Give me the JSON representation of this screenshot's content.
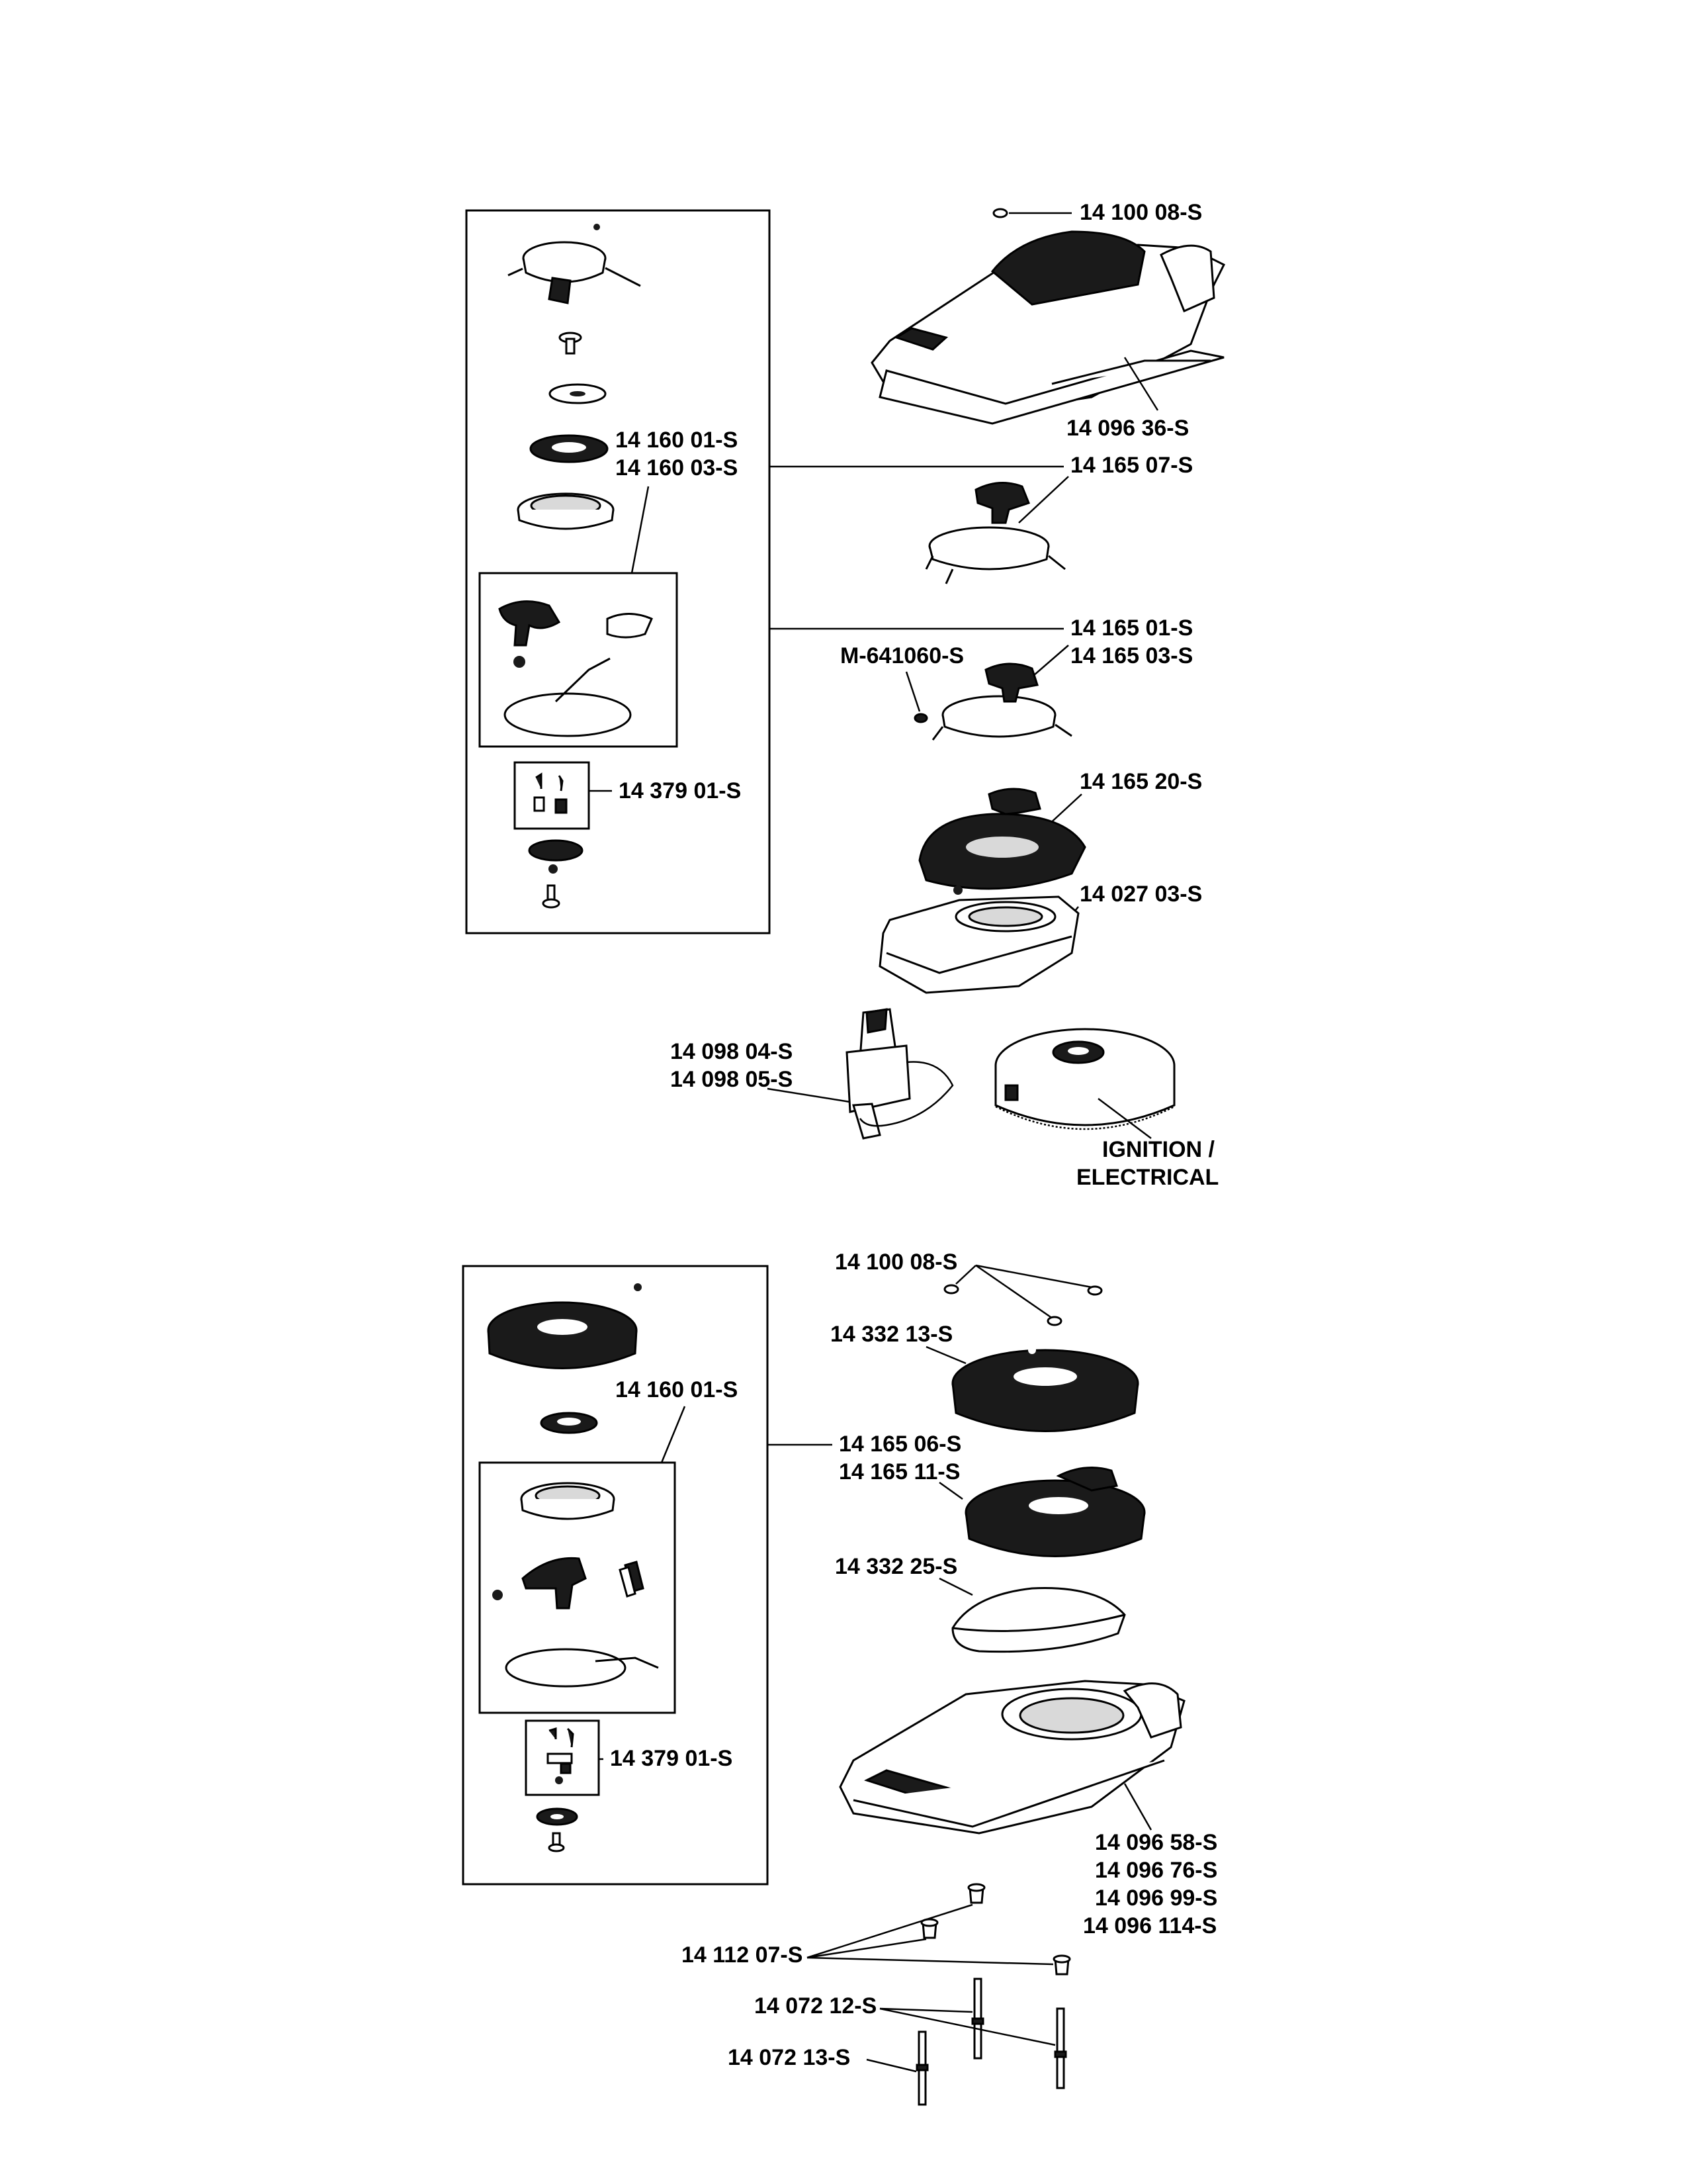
{
  "labels": {
    "top_nut": "14 100 08-S",
    "top_cover": "14 096 36-S",
    "recoil_parts_a": "14 160 01-S",
    "recoil_parts_b": "14 160 03-S",
    "starter_assy_a": "14 165 07-S",
    "starter_assy_b1": "14 165 01-S",
    "starter_assy_b2": "14 165 03-S",
    "screw_m": "M-641060-S",
    "pawl_kit_top": "14 379 01-S",
    "starter_assy_c": "14 165 20-S",
    "blower_housing": "14 027 03-S",
    "electric_starter_a": "14 098 04-S",
    "electric_starter_b": "14 098 05-S",
    "ignition_line1": "IGNITION /",
    "ignition_line2": "ELECTRICAL",
    "bottom_nut": "14 100 08-S",
    "screen": "14 332 13-S",
    "recoil_parts_bottom": "14 160 01-S",
    "starter_assy_d1": "14 165 06-S",
    "starter_assy_d2": "14 165 11-S",
    "pawl_kit_bottom": "14 379 01-S",
    "cover_insert": "14 332 25-S",
    "cover_a": "14 096 58-S",
    "cover_b": "14 096 76-S",
    "cover_c": "14 096 99-S",
    "cover_d": "14 096 114-S",
    "spacer": "14 112 07-S",
    "stud_a": "14 072 12-S",
    "stud_b": "14 072 13-S"
  }
}
